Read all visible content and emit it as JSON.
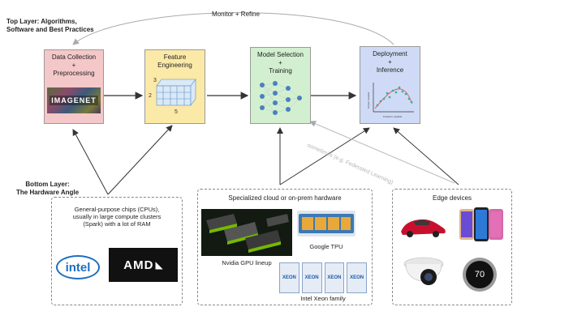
{
  "top_layer": {
    "line1": "Top Layer: Algorithms,",
    "line2": "Software and Best Practices"
  },
  "bottom_layer": {
    "line1": "Bottom Layer:",
    "line2": "The Hardware Angle"
  },
  "feedback_label": "Monitor + Refine",
  "stages": [
    {
      "line1": "Data Collection",
      "line2": "+",
      "line3": "Preprocessing",
      "color": "#f4c7c9"
    },
    {
      "line1": "Feature",
      "line2": "Engineering",
      "line3": "",
      "color": "#fbe9a8"
    },
    {
      "line1": "Model Selection",
      "line2": "+",
      "line3": "Training",
      "color": "#d2efcf"
    },
    {
      "line1": "Deployment",
      "line2": "+",
      "line3": "Inference",
      "color": "#cfdbf6"
    }
  ],
  "imagenet_text": "IMAGENET",
  "feature_numbers": [
    "3",
    "2",
    "5"
  ],
  "plot_labels": {
    "y": "Output variable",
    "x": "Predictor variable"
  },
  "federated_note": "sometimes (e.g. Federated Learning)",
  "cpu_box": {
    "text": [
      "General-purpose chips (CPUs),",
      "usually in large compute clusters",
      "(Spark) with a lot of RAM"
    ],
    "intel_logo": "intel",
    "amd_logo": "AMD"
  },
  "cloud_box": {
    "title": "Specialized cloud or on-prem hardware",
    "gpu_caption": "Nvidia GPU lineup",
    "tpu_caption": "Google TPU",
    "xeon_caption": "Intel Xeon family",
    "xeon_chip_label": "XEON"
  },
  "edge_box": {
    "title": "Edge devices",
    "thermostat_value": "70"
  }
}
